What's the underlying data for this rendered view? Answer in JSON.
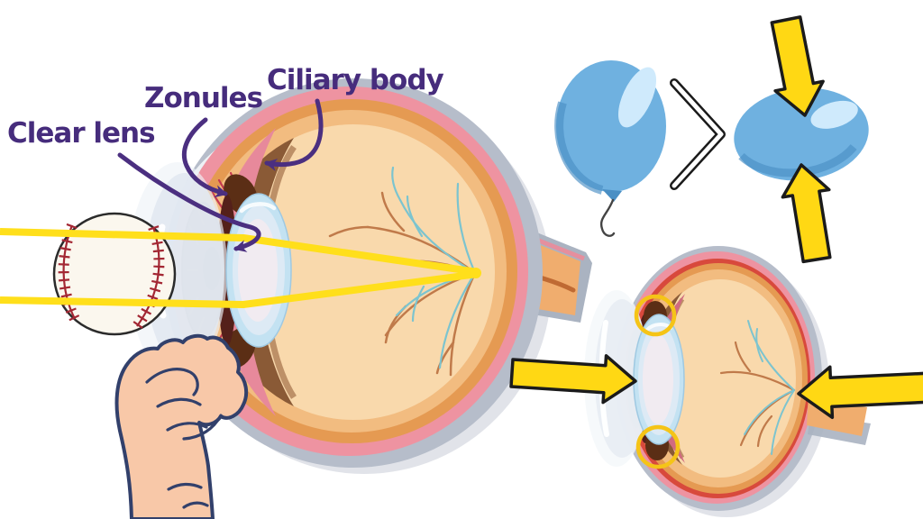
{
  "diagram": {
    "labels": {
      "clear_lens": "Clear lens",
      "zonules": "Zonules",
      "ciliary_body": "Ciliary body"
    },
    "colors": {
      "label_text": "#462c7c",
      "annotation_arrow": "#4b2f80",
      "pressure_arrow_yellow": "#ffd814",
      "pressure_arrow_outline": "#1b1b1b",
      "light_ray_yellow": "#ffdf1b",
      "highlight_circle_yellow": "#f5c417",
      "balloon_blue": "#6fb1e0",
      "balloon_shade": "#4a8fc4",
      "balloon_highlight": "#cfeafc",
      "sclera_gray": "#b6bdca",
      "choroid_pink": "#ee93a1",
      "inner_red_ring": "#d8493c",
      "retina_orange": "#e59a52",
      "retina_tan": "#f2bc80",
      "vitreous_peach": "#f9d9ac",
      "ciliary_brown": "#8a5a36",
      "ciliary_dark_brown": "#5b2e15",
      "iris_brown": "#6a4224",
      "pupil_black": "#170a06",
      "lens_rim_blue": "#c3e2f2",
      "lens_core": "#f1ebf1",
      "cornea_light": "#e2e8f1",
      "vessel_orange": "#c07a4a",
      "vessel_teal": "#7cc4cf",
      "optic_nerve_orange": "#f0ad6e",
      "baseball_white": "#fbf7ee",
      "baseball_stitch_red": "#a32733",
      "skin": "#f8c8a8",
      "hand_outline": "#32406b"
    },
    "icons": {
      "baseball": "baseball-icon",
      "fist": "fist-icon",
      "balloon": "balloon-icon",
      "squeezed_balloon": "squeezed-balloon-icon",
      "chevron": "chevron-right-icon",
      "pressure_arrow": "pressure-arrow-icon",
      "highlight_circle": "ciliary-highlight-circle"
    }
  }
}
